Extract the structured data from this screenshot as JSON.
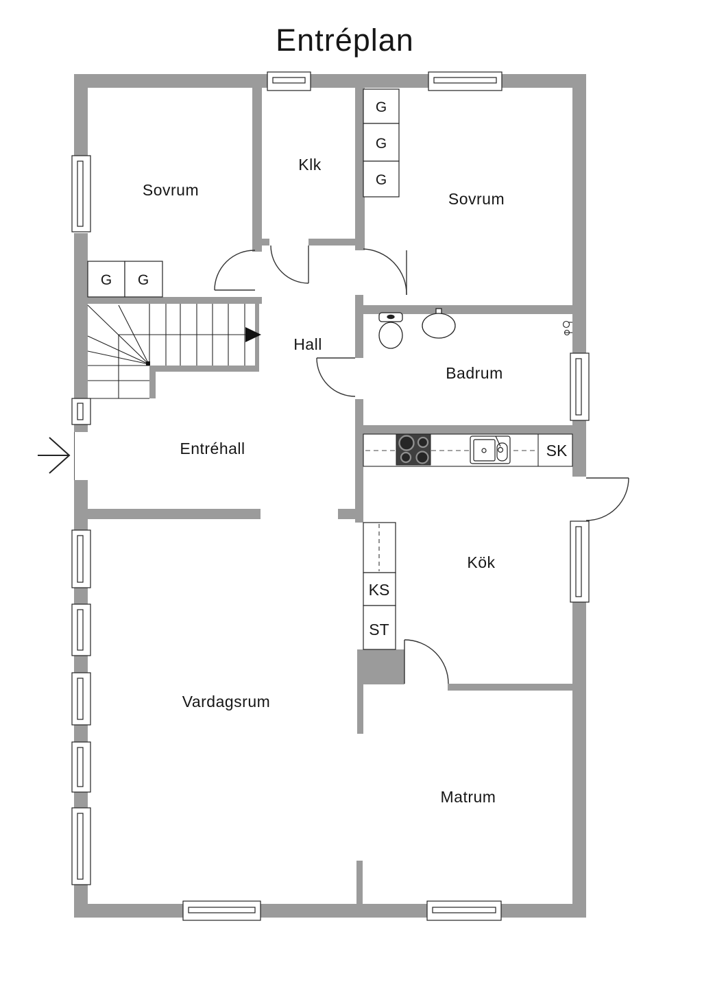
{
  "title": "Entréplan",
  "rooms": {
    "sovrum1": "Sovrum",
    "klk": "Klk",
    "sovrum2": "Sovrum",
    "hall": "Hall",
    "badrum": "Badrum",
    "entrehall": "Entréhall",
    "kok": "Kök",
    "vardagsrum": "Vardagsrum",
    "matrum": "Matrum"
  },
  "cabinets": {
    "sk": "SK",
    "ks": "KS",
    "st": "ST"
  },
  "wardrobes": [
    "G",
    "G",
    "G",
    "G",
    "G"
  ],
  "colors": {
    "wall": "#9b9b9b",
    "line": "#222222",
    "background": "#ffffff",
    "appliance_dark": "#3f3f3f"
  }
}
